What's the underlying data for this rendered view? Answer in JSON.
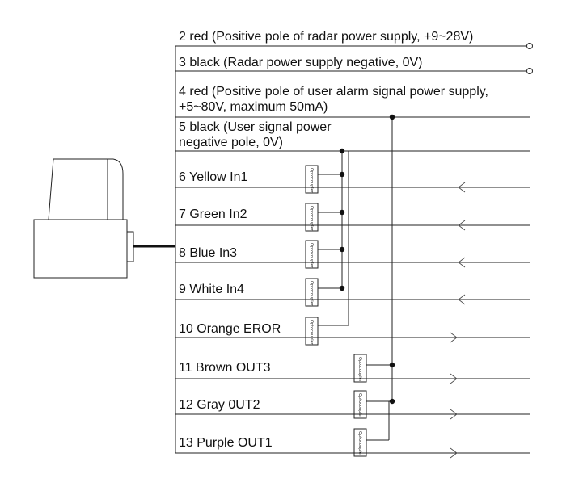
{
  "wires": [
    {
      "label": "2 red (Positive pole of radar power supply, +9~28V)"
    },
    {
      "label": "3 black (Radar power supply negative, 0V)"
    },
    {
      "label": "4 red (Positive pole of user alarm signal power supply,",
      "label2": "+5~80V, maximum 50mA)"
    },
    {
      "label": "5 black (User signal power",
      "label2": "negative pole, 0V)"
    },
    {
      "label": "6 Yellow In1"
    },
    {
      "label": "7 Green In2"
    },
    {
      "label": "8 Blue In3"
    },
    {
      "label": "9 White In4"
    },
    {
      "label": "10 Orange EROR"
    },
    {
      "label": "11 Brown OUT3"
    },
    {
      "label": "12 Gray 0UT2"
    },
    {
      "label": "13 Purple OUT1"
    }
  ],
  "optocoupler_label": "Optocoupler"
}
